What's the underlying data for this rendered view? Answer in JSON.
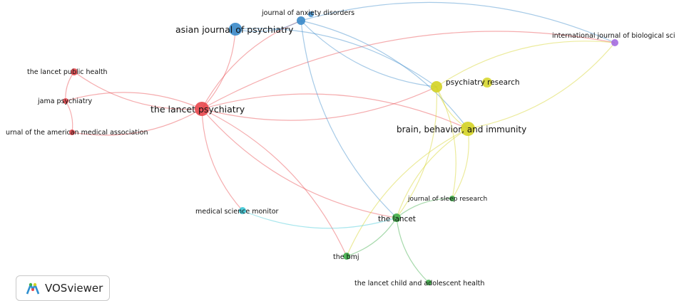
{
  "brand": {
    "name": "VOSviewer"
  },
  "clusters": {
    "red": "#e8474c",
    "blue": "#3a89c9",
    "yellow": "#d4d323",
    "purple": "#a46be0",
    "green": "#3fae49",
    "cyan": "#3cc8d6"
  },
  "nodes": [
    {
      "id": "asian",
      "label": "asian journal of psychiatry",
      "cluster": "blue"
    },
    {
      "id": "anxiety",
      "label": "journal of anxiety disorders",
      "cluster": "blue"
    },
    {
      "id": "lancetpsych",
      "label": "the lancet psychiatry",
      "cluster": "red"
    },
    {
      "id": "lancetph",
      "label": "the lancet public health",
      "cluster": "red"
    },
    {
      "id": "jama",
      "label": "jama psychiatry",
      "cluster": "red"
    },
    {
      "id": "jamaassoc",
      "label": "urnal of the american medical association",
      "cluster": "red"
    },
    {
      "id": "psyres",
      "label": "psychiatry research",
      "cluster": "yellow"
    },
    {
      "id": "bbi",
      "label": "brain, behavior, and immunity",
      "cluster": "yellow"
    },
    {
      "id": "ijbio",
      "label": "international journal of biological sci",
      "cluster": "purple"
    },
    {
      "id": "lancet",
      "label": "the lancet",
      "cluster": "green"
    },
    {
      "id": "sleep",
      "label": "journal of sleep research",
      "cluster": "green"
    },
    {
      "id": "bmj",
      "label": "the bmj",
      "cluster": "green"
    },
    {
      "id": "child",
      "label": "the lancet child and adolescent health",
      "cluster": "green"
    },
    {
      "id": "medsci",
      "label": "medical science monitor",
      "cluster": "cyan"
    }
  ],
  "edges": [
    [
      "lancetpsych",
      "lancetph"
    ],
    [
      "lancetpsych",
      "jama"
    ],
    [
      "lancetpsych",
      "jamaassoc"
    ],
    [
      "lancetph",
      "jama"
    ],
    [
      "jama",
      "jamaassoc"
    ],
    [
      "lancetpsych",
      "asian"
    ],
    [
      "lancetpsych",
      "anxiety"
    ],
    [
      "lancetpsych",
      "psyres"
    ],
    [
      "lancetpsych",
      "bbi"
    ],
    [
      "lancetpsych",
      "lancet"
    ],
    [
      "lancetpsych",
      "bmj"
    ],
    [
      "lancetpsych",
      "medsci"
    ],
    [
      "lancetpsych",
      "ijbio"
    ],
    [
      "asian",
      "anxiety"
    ],
    [
      "asian",
      "psyres"
    ],
    [
      "anxiety",
      "psyres"
    ],
    [
      "anxiety",
      "bbi"
    ],
    [
      "anxiety",
      "lancet"
    ],
    [
      "anxiety",
      "ijbio"
    ],
    [
      "psyres",
      "bbi"
    ],
    [
      "psyres",
      "ijbio"
    ],
    [
      "bbi",
      "ijbio"
    ],
    [
      "psyres",
      "lancet"
    ],
    [
      "bbi",
      "lancet"
    ],
    [
      "bbi",
      "sleep"
    ],
    [
      "bbi",
      "bmj"
    ],
    [
      "lancet",
      "bmj"
    ],
    [
      "lancet",
      "child"
    ],
    [
      "lancet",
      "sleep"
    ],
    [
      "medsci",
      "lancet"
    ],
    [
      "psyres",
      "sleep"
    ]
  ]
}
